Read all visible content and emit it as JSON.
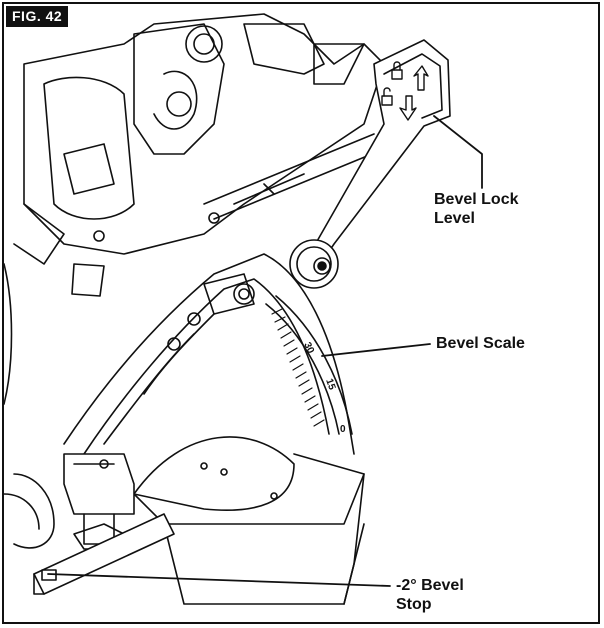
{
  "figure": {
    "tag": "FIG. 42"
  },
  "callouts": {
    "bevel_lock": {
      "line1": "Bevel Lock",
      "line2": "Level"
    },
    "bevel_scale": {
      "label": "Bevel Scale"
    },
    "bevel_stop": {
      "line1": "-2° Bevel",
      "line2": "Stop"
    }
  },
  "scale_marks": {
    "a": "30",
    "b": "15",
    "c": "0"
  },
  "colors": {
    "ink": "#111111",
    "paper": "#ffffff"
  },
  "icons": [
    "lock-closed-icon",
    "lock-open-icon",
    "arrow-up-icon",
    "arrow-down-icon"
  ]
}
